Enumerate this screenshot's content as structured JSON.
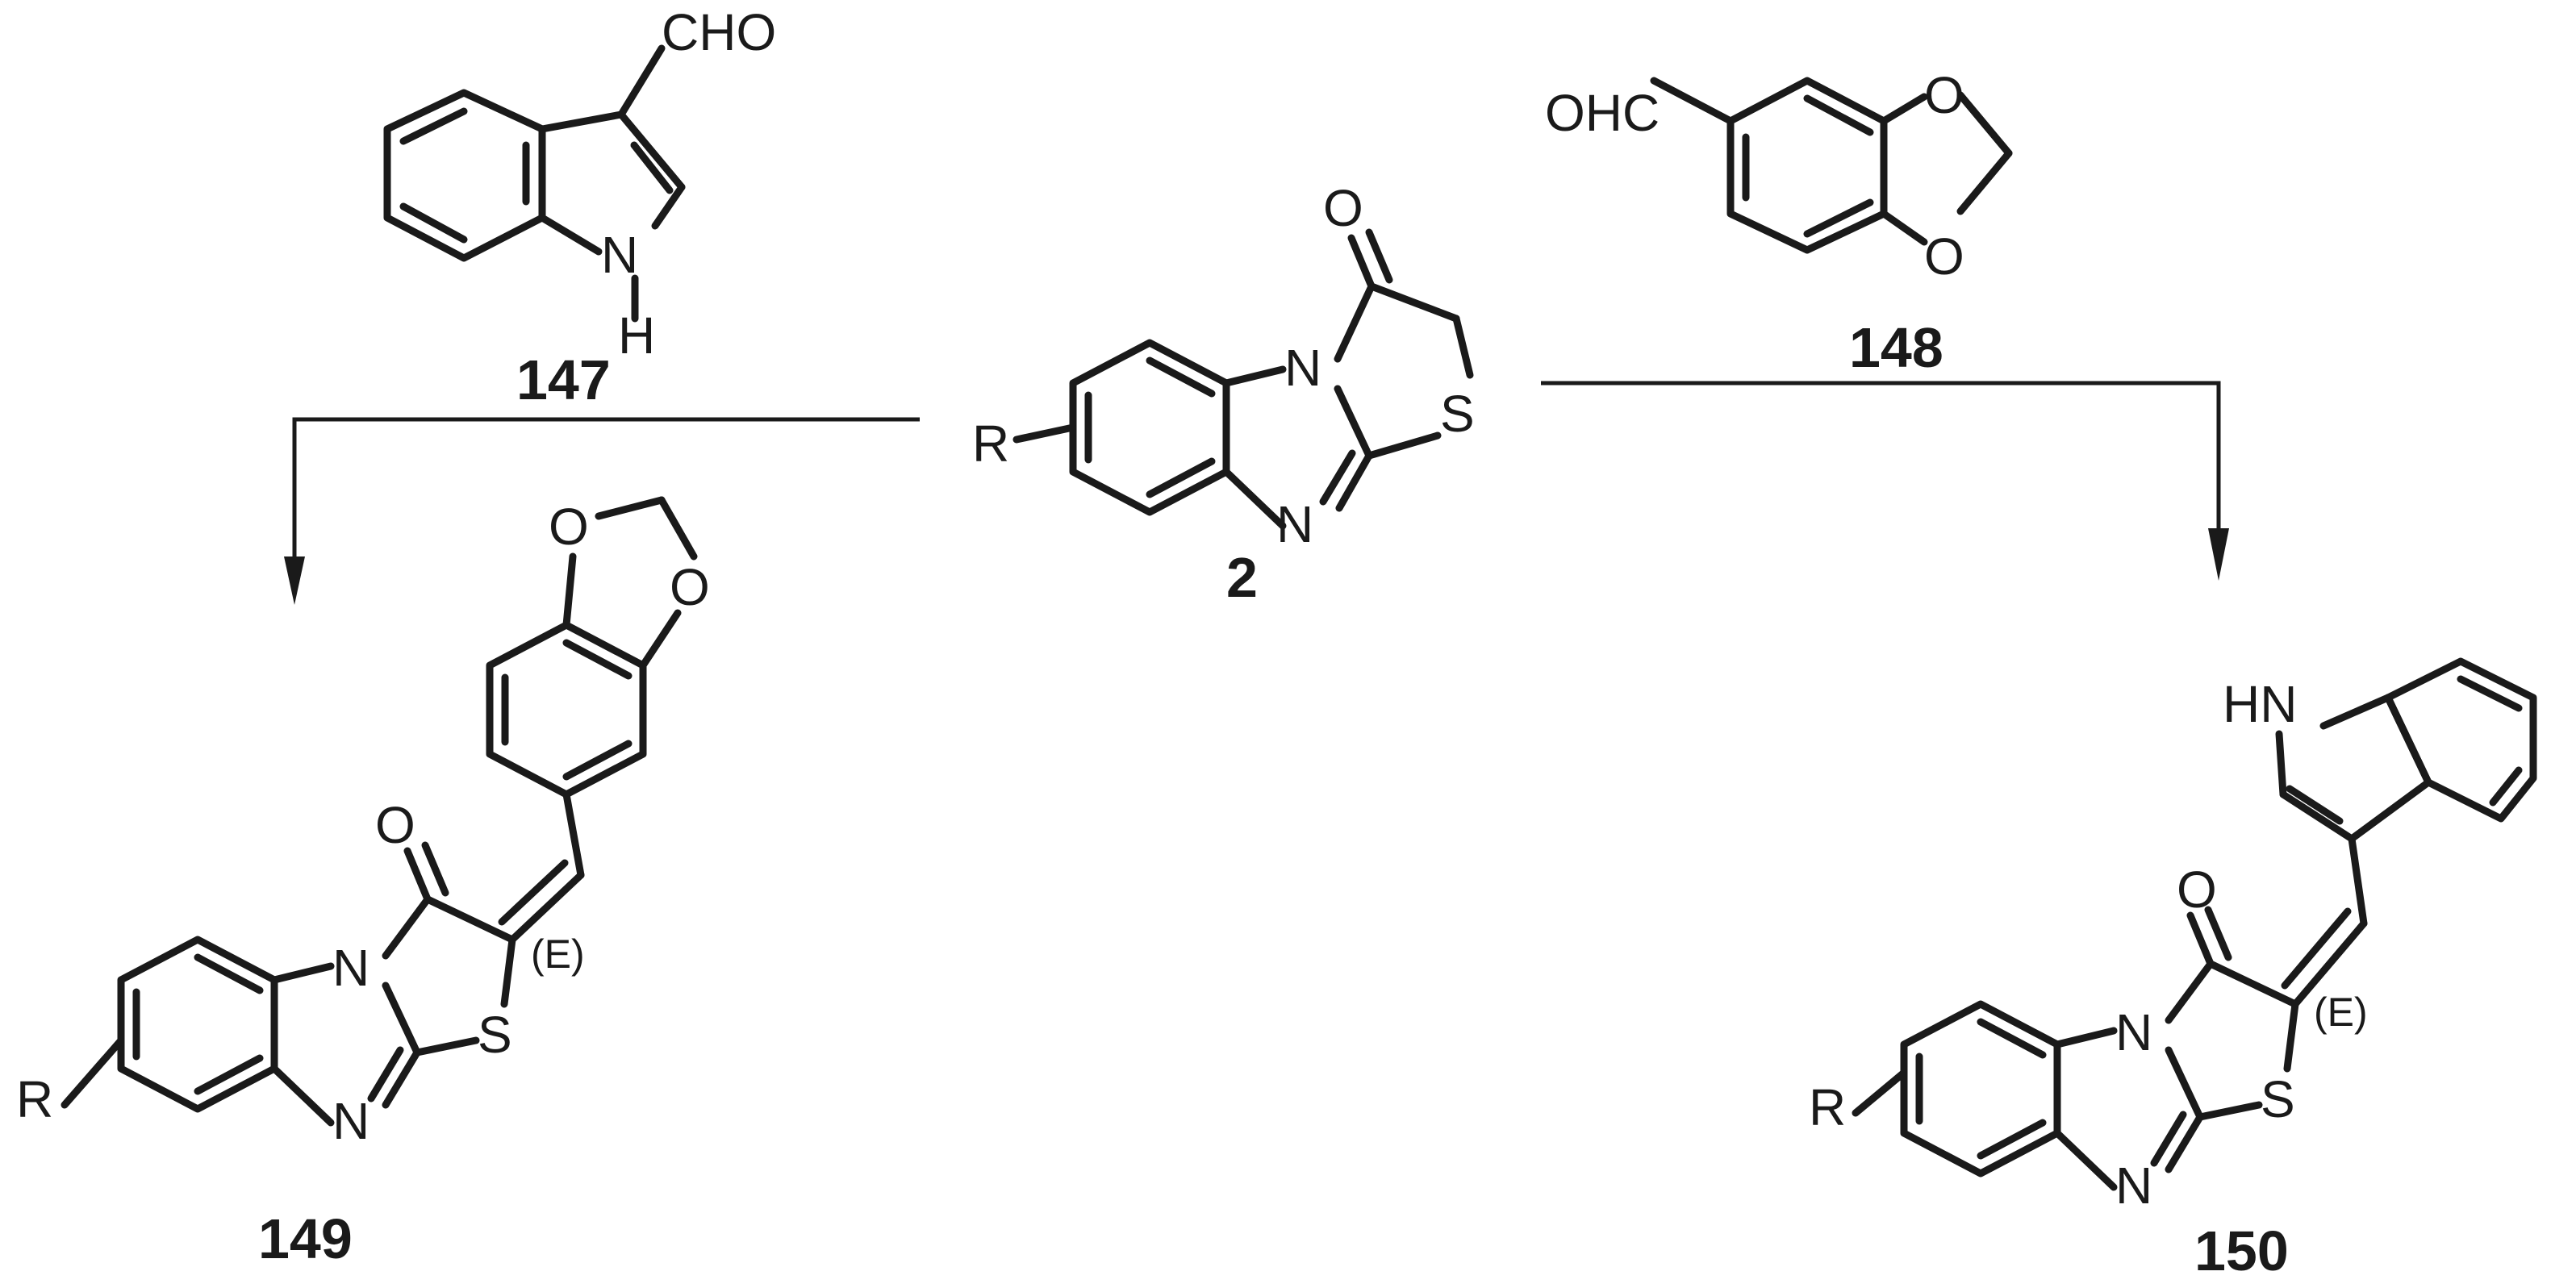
{
  "compounds": {
    "indole_aldehyde": {
      "number": "147",
      "cho": "CHO",
      "n": "N",
      "h": "H"
    },
    "piperonal": {
      "number": "148",
      "ohc": "OHC",
      "o_top": "O",
      "o_bottom": "O"
    },
    "thiazolo_benzimidazolone": {
      "number": "2",
      "o": "O",
      "n1": "N",
      "n2": "N",
      "s": "S",
      "r": "R"
    },
    "product_piperonylidene": {
      "number": "149",
      "o1": "O",
      "o2": "O",
      "o3": "O",
      "n1": "N",
      "n2": "N",
      "s": "S",
      "r": "R",
      "stereo": "(E)"
    },
    "product_indolylidene": {
      "number": "150",
      "nh": "HN",
      "o": "O",
      "n1": "N",
      "n2": "N",
      "s": "S",
      "r": "R",
      "stereo": "(E)"
    }
  }
}
